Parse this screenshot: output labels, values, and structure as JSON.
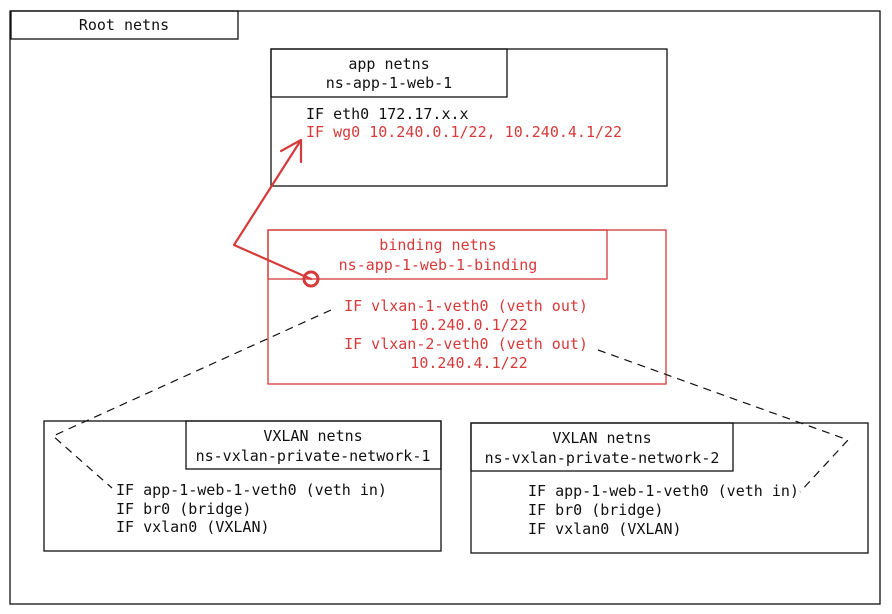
{
  "root": {
    "label": "Root netns"
  },
  "app": {
    "title": "app netns",
    "name": "ns-app-1-web-1",
    "if_eth0": "IF eth0 172.17.x.x",
    "if_wg0": "IF wg0 10.240.0.1/22, 10.240.4.1/22"
  },
  "binding": {
    "title": "binding netns",
    "name": "ns-app-1-web-1-binding",
    "if1": "IF vlxan-1-veth0 (veth out)",
    "ip1": "10.240.0.1/22",
    "if2": "IF vlxan-2-veth0 (veth out)",
    "ip2": "10.240.4.1/22"
  },
  "vxlan1": {
    "title": "VXLAN netns",
    "name": "ns-vxlan-private-network-1",
    "if_veth": "IF app-1-web-1-veth0 (veth in)",
    "if_br": "IF br0 (bridge)",
    "if_vxlan": "IF vxlan0 (VXLAN)"
  },
  "vxlan2": {
    "title": "VXLAN netns",
    "name": "ns-vxlan-private-network-2",
    "if_veth": "IF app-1-web-1-veth0 (veth in)",
    "if_br": "IF br0 (bridge)",
    "if_vxlan": "IF vxlan0 (VXLAN)"
  },
  "colors": {
    "ink": "#111111",
    "accent": "#d63a3a",
    "background": "#ffffff"
  }
}
